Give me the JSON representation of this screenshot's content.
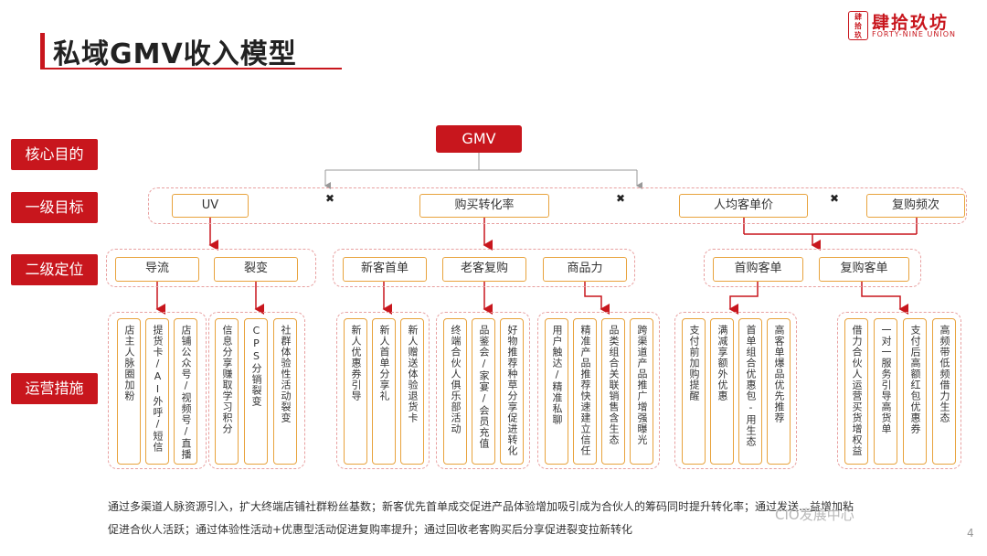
{
  "title": "私域GMV收入模型",
  "logo": {
    "mark": "肆拾玖坊",
    "cn": "肆拾玖坊",
    "en": "FORTY-NINE UNION",
    "color": "#c8161d"
  },
  "levels": [
    "核心目的",
    "一级目标",
    "二级定位",
    "运营措施"
  ],
  "root": "GMV",
  "level1": [
    "UV",
    "购买转化率",
    "人均客单价",
    "复购频次"
  ],
  "operator": "✖",
  "level2": [
    "导流",
    "裂变",
    "新客首单",
    "老客复购",
    "商品力",
    "首购客单",
    "复购客单"
  ],
  "measures": [
    "店主人脉圈加粉",
    "提货卡/AI外呼/短信",
    "店铺公众号/视频号/直播",
    "信息分享赚取学习积分",
    "CPS分销裂变",
    "社群体验性活动裂变",
    "新人优惠券引导",
    "新人首单分享礼",
    "新人赠送体验退货卡",
    "终端合伙人俱乐部活动",
    "品鉴会/家宴/会员充值",
    "好物推荐种草分享促进转化",
    "用户触达/精准私聊",
    "精准产品推荐快速建立信任",
    "品类组合关联销售含生态",
    "跨渠道产品推广增强曝光",
    "支付前加购提醒",
    "满减享额外优惠",
    "首单组合优惠包-用生态",
    "高客单爆品优先推荐",
    "借力合伙人运营买货增权益",
    "一对一服务引导高货单",
    "支付后高额红包优惠券",
    "高频带低频借力生态"
  ],
  "bottom": [
    "通过多渠道人脉资源引入，扩大终端店铺社群粉丝基数；新客优先首单成交促进产品体验增加吸引成为合伙人的筹码同时提升转化率；通过发送…益增加粘",
    "促进合伙人活跃；通过体验性活动+优惠型活动促进复购率提升；通过回收老客购买后分享促进裂变拉新转化"
  ],
  "watermark": "CIO发展中心",
  "page": "4",
  "colors": {
    "accent": "#c8161d",
    "box_border": "#e8a33d",
    "dash": "#e8a0a0"
  }
}
